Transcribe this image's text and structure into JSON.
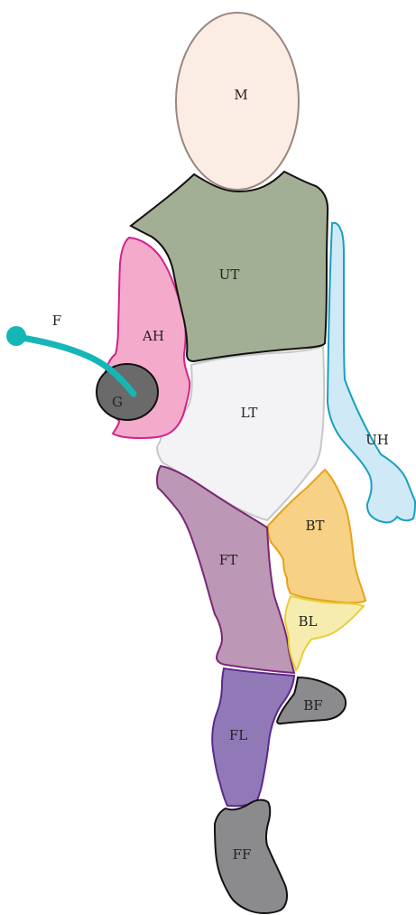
{
  "labels": {
    "M": "M",
    "UT": "UT",
    "AH": "AH",
    "G": "G",
    "F": "F",
    "LT": "LT",
    "UH": "UH",
    "BT": "BT",
    "FT": "FT",
    "BL": "BL",
    "BF": "BF",
    "FL": "FL",
    "FF": "FF"
  },
  "colors": {
    "M": {
      "fill": "#fbece4",
      "stroke": "#9a8680"
    },
    "UT": {
      "fill": "#a3af94",
      "stroke": "#111111"
    },
    "AH": {
      "fill": "#f4aacb",
      "stroke": "#d4228c"
    },
    "G": {
      "fill": "#6a6a6a",
      "stroke": "#111111"
    },
    "F": {
      "fill": "#17b6b6",
      "stroke": "#17b6b6"
    },
    "LT": {
      "fill": "#f3f2f4",
      "stroke": "#c8c8c8"
    },
    "UH": {
      "fill": "#cfe9f7",
      "stroke": "#1b9fbf"
    },
    "BT": {
      "fill": "#f7d185",
      "stroke": "#e7a219"
    },
    "FT": {
      "fill": "#bd97b6",
      "stroke": "#7a2775"
    },
    "BL": {
      "fill": "#f7ecb0",
      "stroke": "#e6cf38"
    },
    "BF": {
      "fill": "#8b8b8d",
      "stroke": "#111111"
    },
    "FL": {
      "fill": "#9179b8",
      "stroke": "#5b2a8c"
    },
    "FF": {
      "fill": "#8b8b8d",
      "stroke": "#111111"
    }
  }
}
